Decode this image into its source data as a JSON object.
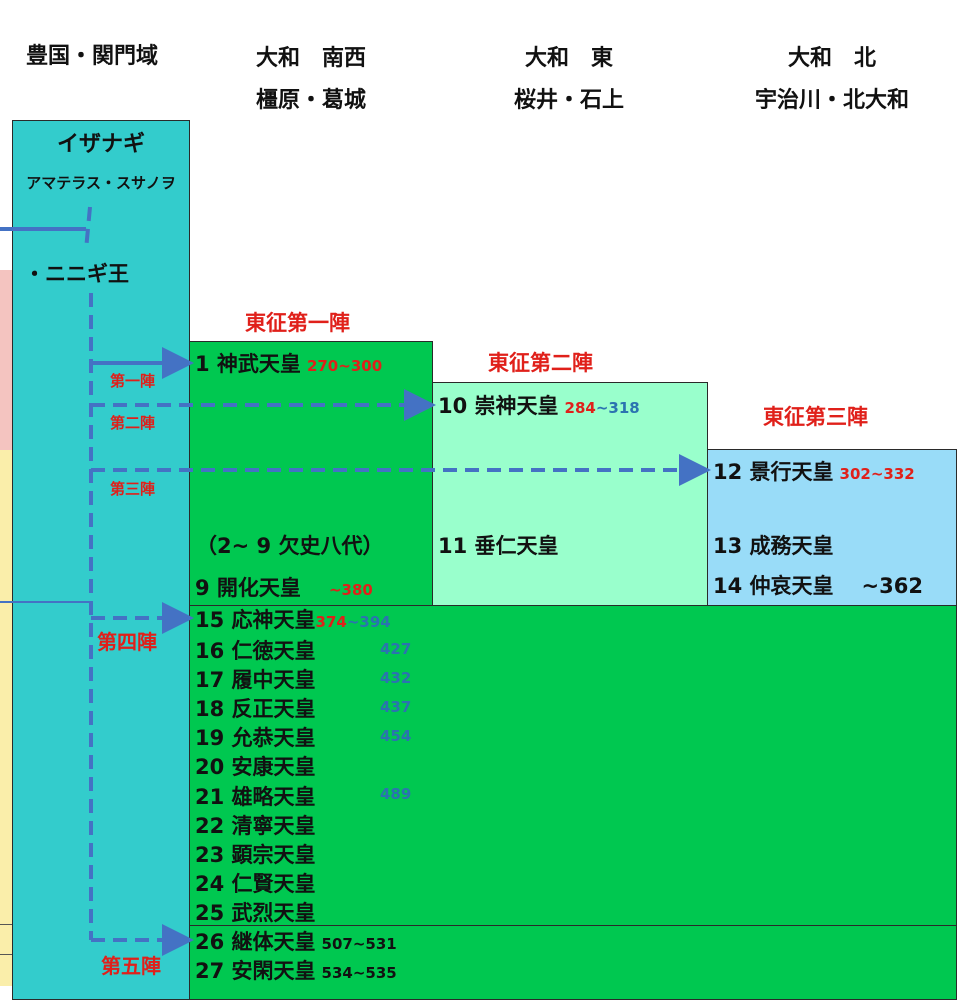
{
  "headers": [
    {
      "line1": "豊国・関門域",
      "line2": ""
    },
    {
      "line1": "大和　南西",
      "line2": "橿原・葛城"
    },
    {
      "line1": "大和　東",
      "line2": "桜井・石上"
    },
    {
      "line1": "大和　北",
      "line2": "宇治川・北大和"
    }
  ],
  "left_column": {
    "title": "イザナギ",
    "subtitle": "アマテラス・スサノヲ",
    "ninigi": "・ニニギ王"
  },
  "campaigns": {
    "first": "東征第一陣",
    "second": "東征第二陣",
    "third": "東征第三陣"
  },
  "phases": {
    "p1": "第一陣",
    "p2": "第二陣",
    "p3": "第三陣",
    "p4": "第四陣",
    "p5": "第五陣"
  },
  "southwest_box": {
    "jimmu": {
      "name": "1 神武天皇",
      "year": "270~300"
    },
    "eight": "（2~ 9 欠史八代）",
    "kaika": {
      "name": "9 開化天皇",
      "year": "~380"
    }
  },
  "east_box": {
    "sujin": {
      "name": "10 崇神天皇",
      "year_start": "284",
      "year_end": "~318"
    },
    "suinin": "11 垂仁天皇"
  },
  "north_box": {
    "keiko": {
      "name": "12 景行天皇",
      "year": "302~332"
    },
    "seimu": "13 成務天皇",
    "chuai": {
      "name": "14 仲哀天皇",
      "year": "~362"
    }
  },
  "lower_box": {
    "emperors": [
      "15 応神天皇",
      "16 仁徳天皇",
      "17 履中天皇",
      "18 反正天皇",
      "19 允恭天皇",
      "20 安康天皇",
      "21 雄略天皇",
      "22 清寧天皇",
      "23 顕宗天皇",
      "24 仁賢天皇",
      "25 武烈天皇"
    ],
    "ojin_year_start": "374",
    "ojin_year_end": "~394",
    "years": [
      "427",
      "432",
      "437",
      "454",
      "",
      "489"
    ]
  },
  "bottom_box": {
    "keitai": {
      "name": "26 継体天皇",
      "year": "507~531"
    },
    "ankan": {
      "name": "27 安閑天皇",
      "year": "534~535"
    }
  },
  "colors": {
    "teal": "#33cccc",
    "green": "#00c850",
    "mint": "#99ffcc",
    "sky": "#99dcf8",
    "pink": "#f4c4c0",
    "cream": "#faeeaa",
    "arrow": "#4472c4",
    "red": "#e0201a",
    "blue": "#2b73b0"
  }
}
